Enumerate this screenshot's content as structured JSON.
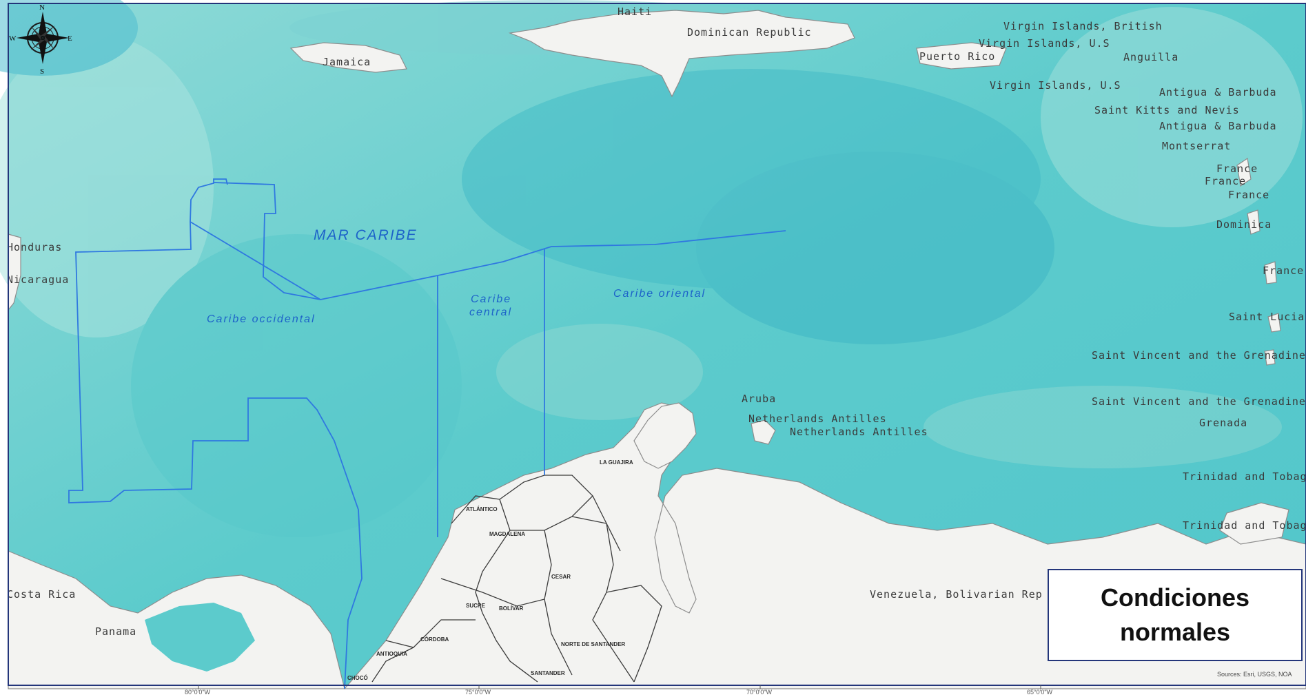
{
  "map": {
    "sea_name": "MAR CARIBE",
    "zones": {
      "west": "Caribe occidental",
      "central_line1": "Caribe",
      "central_line2": "central",
      "east": "Caribe oriental"
    },
    "place_labels": {
      "haiti": "Haiti",
      "dominican_republic": "Dominican Republic",
      "jamaica": "Jamaica",
      "puerto_rico": "Puerto Rico",
      "virgin_islands_british": "Virgin Islands, British",
      "virgin_islands_us_1": "Virgin Islands, U.S",
      "virgin_islands_us_2": "Virgin Islands, U.S",
      "anguilla": "Anguilla",
      "antigua_barbuda_1": "Antigua & Barbuda",
      "antigua_barbuda_2": "Antigua & Barbuda",
      "saint_kitts": "Saint Kitts and Nevis",
      "montserrat": "Montserrat",
      "france_1": "France",
      "france_2": "France",
      "france_3": "France",
      "france_4": "France",
      "dominica": "Dominica",
      "saint_lucia": "Saint Lucia",
      "saint_vincent_1": "Saint Vincent and the Grenadines",
      "saint_vincent_2": "Saint Vincent and the Grenadines",
      "grenada": "Grenada",
      "trinidad_1": "Trinidad and Tobago",
      "trinidad_2": "Trinidad and Tobago",
      "honduras": "Honduras",
      "nicaragua": "Nicaragua",
      "costa_rica": "Costa Rica",
      "panama": "Panama",
      "aruba": "Aruba",
      "netherlands_antilles_1": "Netherlands Antilles",
      "netherlands_antilles_2": "Netherlands Antilles",
      "venezuela": "Venezuela, Bolivarian Rep"
    },
    "departments": {
      "la_guajira": "LA GUAJIRA",
      "atlantico": "ATLÁNTICO",
      "magdalena": "MAGDALENA",
      "cesar": "CESAR",
      "sucre": "SUCRE",
      "bolivar": "BOLÍVAR",
      "cordoba": "CÓRDOBA",
      "antioquia": "ANTIOQUIA",
      "choco": "CHOCÓ",
      "norte_santander": "NORTE DE SANTANDER",
      "santander": "SANTANDER"
    },
    "longitude_ticks": [
      "80°0'0\"W",
      "75°0'0\"W",
      "70°0'0\"W",
      "65°0'0\"W"
    ],
    "compass": {
      "n": "N",
      "s": "S",
      "e": "E",
      "w": "W"
    },
    "legend": "Condiciones normales",
    "source": "Sources: Esri, USGS, NOA",
    "colors": {
      "sea_light": "#7fd6d4",
      "sea_mid": "#5ccbcc",
      "sea_deep": "#46bfc8",
      "land": "#f3f3f1",
      "boundary": "#2f78e0",
      "zone_text": "#1d63c9",
      "frame": "#23357a"
    }
  }
}
